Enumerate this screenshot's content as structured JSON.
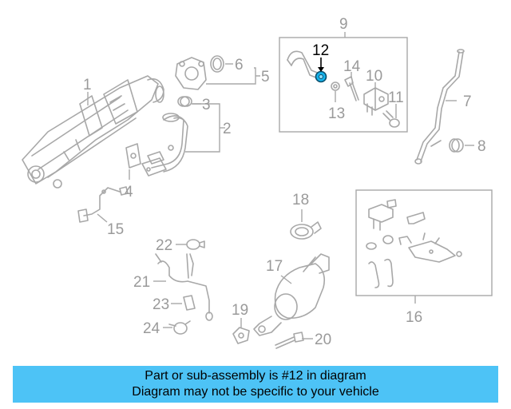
{
  "colors": {
    "highlight": "#17b3ec",
    "banner": "#4dc3f6",
    "callout_gray": "#9a9a9a",
    "line_gray": "#a8a8a8"
  },
  "highlighted_part": "12",
  "callouts": {
    "c1": "1",
    "c2": "2",
    "c3": "3",
    "c4": "4",
    "c5": "5",
    "c6": "6",
    "c7": "7",
    "c8": "8",
    "c9": "9",
    "c10": "10",
    "c11": "11",
    "c12": "12",
    "c13": "13",
    "c14": "14",
    "c15": "15",
    "c16": "16",
    "c17": "17",
    "c18": "18",
    "c19": "19",
    "c20": "20",
    "c21": "21",
    "c22": "22",
    "c23": "23",
    "c24": "24"
  },
  "banner": {
    "line1": "Part or sub-assembly is #12 in diagram",
    "line2": "Diagram may not be specific to your vehicle"
  }
}
